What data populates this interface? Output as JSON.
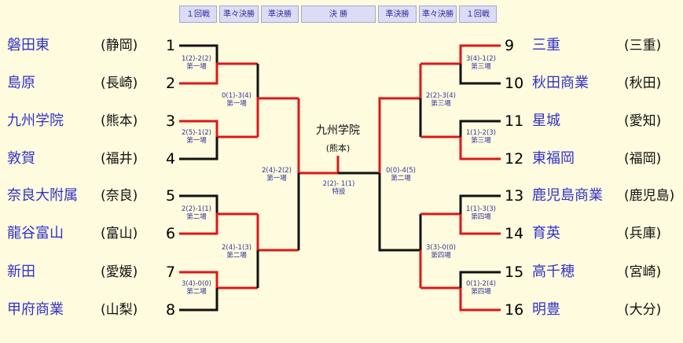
{
  "rounds": [
    "１回戦",
    "準々決勝",
    "準決勝",
    "決 勝",
    "準決勝",
    "準々決勝",
    "１回戦"
  ],
  "colors": {
    "win": "#dd1818",
    "lose": "#111111",
    "team": "#3232c8",
    "background": "#fefbde"
  },
  "left": [
    {
      "seed": "1",
      "name": "磐田東",
      "pref": "(静岡)"
    },
    {
      "seed": "2",
      "name": "島原",
      "pref": "(長崎)"
    },
    {
      "seed": "3",
      "name": "九州学院",
      "pref": "(熊本)"
    },
    {
      "seed": "4",
      "name": "敦賀",
      "pref": "(福井)"
    },
    {
      "seed": "5",
      "name": "奈良大附属",
      "pref": "(奈良)"
    },
    {
      "seed": "6",
      "name": "龍谷富山",
      "pref": "(富山)"
    },
    {
      "seed": "7",
      "name": "新田",
      "pref": "(愛媛)"
    },
    {
      "seed": "8",
      "name": "甲府商業",
      "pref": "(山梨)"
    }
  ],
  "right": [
    {
      "seed": "9",
      "name": "三重",
      "pref": "(三重)"
    },
    {
      "seed": "10",
      "name": "秋田商業",
      "pref": "(秋田)"
    },
    {
      "seed": "11",
      "name": "星城",
      "pref": "(愛知)"
    },
    {
      "seed": "12",
      "name": "東福岡",
      "pref": "(福岡)"
    },
    {
      "seed": "13",
      "name": "鹿児島商業",
      "pref": "(鹿児島)"
    },
    {
      "seed": "14",
      "name": "育英",
      "pref": "(兵庫)"
    },
    {
      "seed": "15",
      "name": "高千穂",
      "pref": "(宮崎)"
    },
    {
      "seed": "16",
      "name": "明豊",
      "pref": "(大分)"
    }
  ],
  "scores": {
    "l1a": {
      "score": "1(2)-2(2)",
      "venue": "第一場"
    },
    "l1b": {
      "score": "2(5)-1(2)",
      "venue": "第一場"
    },
    "l1c": {
      "score": "2(2)-1(1)",
      "venue": "第二場"
    },
    "l1d": {
      "score": "3(4)-0(0)",
      "venue": "第二場"
    },
    "l2a": {
      "score": "0(1)-3(4)",
      "venue": "第一場"
    },
    "l2b": {
      "score": "2(4)-1(3)",
      "venue": "第二場"
    },
    "l3": {
      "score": "2(4)-2(2)",
      "venue": "第一場"
    },
    "r1a": {
      "score": "3(4)-1(2)",
      "venue": "第三場"
    },
    "r1b": {
      "score": "1(1)-2(3)",
      "venue": "第三場"
    },
    "r1c": {
      "score": "1(1)-3(3)",
      "venue": "第四場"
    },
    "r1d": {
      "score": "0(1)-2(4)",
      "venue": "第四場"
    },
    "r2a": {
      "score": "2(2)-3(4)",
      "venue": "第三場"
    },
    "r2b": {
      "score": "3(3)-0(0)",
      "venue": "第四場"
    },
    "r3": {
      "score": "0(0)-4(5)",
      "venue": "第二場"
    },
    "final": {
      "score": "2(2)- 1(1)",
      "venue": "特設"
    }
  },
  "champion": {
    "name": "九州学院",
    "pref": "(熊本)"
  }
}
